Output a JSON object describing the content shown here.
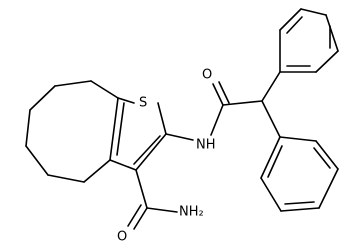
{
  "molecule": {
    "atoms": {
      "sulfur": "S",
      "oxygen_amide": "O",
      "nitrogen_amide": "NH",
      "oxygen_carboxamide": "O",
      "amine": "NH₂"
    }
  }
}
